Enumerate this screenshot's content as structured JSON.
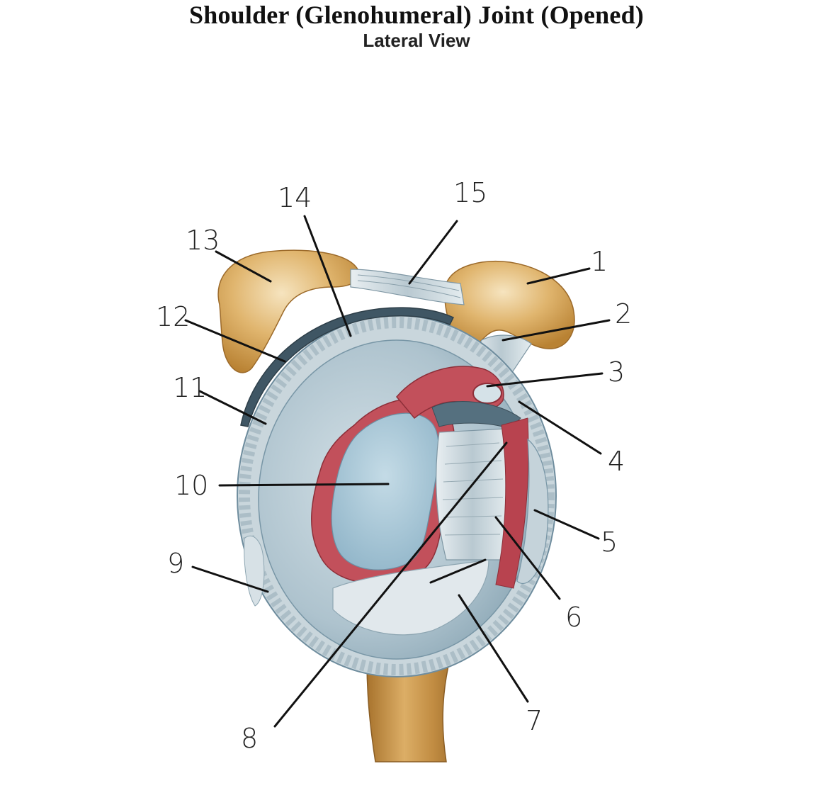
{
  "title": "Shoulder (Glenohumeral) Joint (Opened)",
  "subtitle": "Lateral View",
  "labels": [
    "1",
    "2",
    "3",
    "4",
    "5",
    "6",
    "7",
    "8",
    "9",
    "10",
    "11",
    "12",
    "13",
    "14",
    "15"
  ],
  "colors": {
    "bone": "#d8a65a",
    "bone_light": "#f1dcae",
    "capsule": "#a9bfcb",
    "capsule_dark": "#6f8d9e",
    "cartilage": "#9cc0d3",
    "labrum": "#b8434f",
    "bursa": "#3f5664",
    "leader_line": "#111111"
  }
}
